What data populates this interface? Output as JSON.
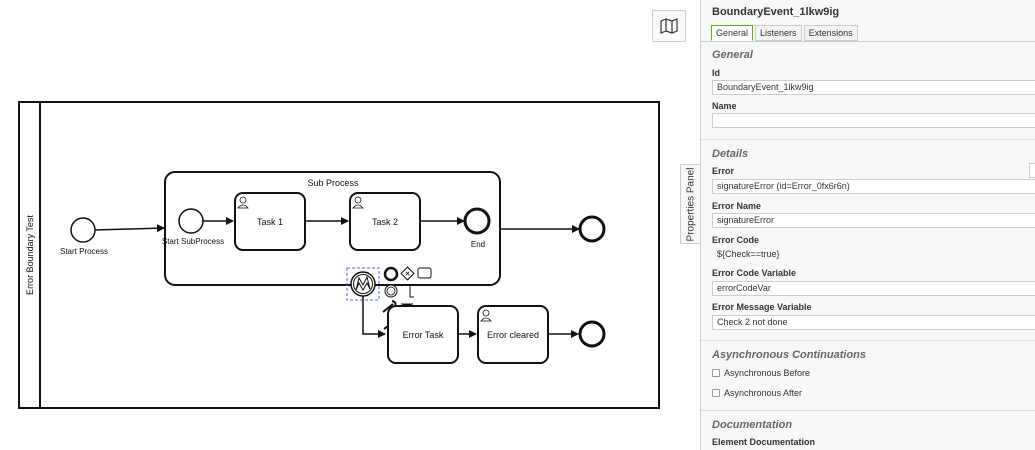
{
  "diagram": {
    "pool_label": "Error Boundary Test",
    "subprocess_label": "Sub Process",
    "start_process": "Start Process",
    "start_subprocess": "Start SubProcess",
    "task1": "Task 1",
    "task2": "Task 2",
    "end": "End",
    "error_task": "Error Task",
    "error_cleared": "Error cleared"
  },
  "panel_toggle": "Properties Panel",
  "properties": {
    "title": "BoundaryEvent_1lkw9ig",
    "tabs": [
      "General",
      "Listeners",
      "Extensions"
    ],
    "general_group": "General",
    "id_label": "Id",
    "id_value": "BoundaryEvent_1lkw9ig",
    "name_label": "Name",
    "name_value": "",
    "details_group": "Details",
    "error_label": "Error",
    "error_value": "signatureError (id=Error_0fx6r6n)",
    "error_name_label": "Error Name",
    "error_name_value": "signatureError",
    "error_code_label": "Error Code",
    "error_code_value": "${Check==true}",
    "error_code_variable_label": "Error Code Variable",
    "error_code_variable_value": "errorCodeVar",
    "error_message_variable_label": "Error Message Variable",
    "error_message_variable_value": "Check 2 not done",
    "async_group": "Asynchronous Continuations",
    "async_before": "Asynchronous Before",
    "async_after": "Asynchronous After",
    "documentation_group": "Documentation",
    "element_documentation_label": "Element Documentation"
  },
  "colors": {
    "accent": "#52b415",
    "highlight": "#fff200",
    "selection": "#4a6bd9"
  }
}
